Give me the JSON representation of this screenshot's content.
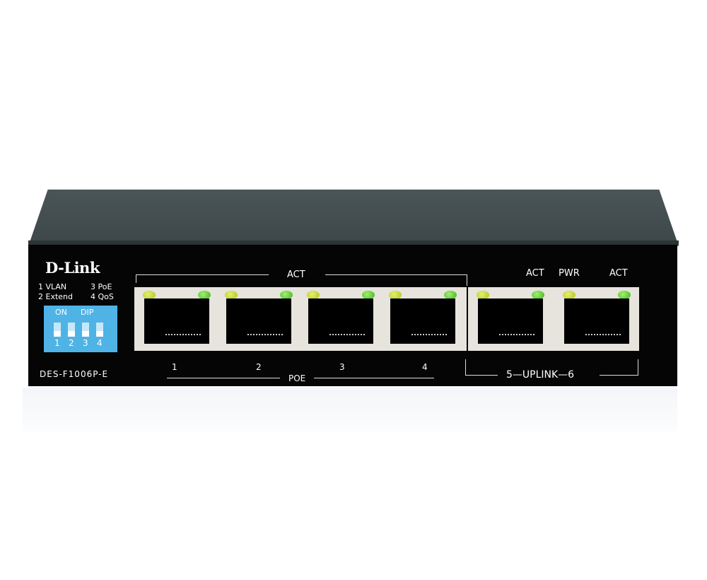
{
  "device": {
    "brand": "D-Link",
    "model": "DES-F1006P-E",
    "colors": {
      "body": "#050505",
      "top": "#444e50",
      "dip": "#4fb3e6",
      "led_yellow": "#c8d428",
      "led_green": "#5cc62a",
      "port_frame": "#e6e4dc"
    }
  },
  "dip_panel": {
    "legend": [
      "1 VLAN",
      "2 Extend",
      "3 PoE",
      "4 QoS"
    ],
    "on_label": "ON",
    "dip_label": "DIP",
    "switches": [
      "1",
      "2",
      "3",
      "4"
    ]
  },
  "labels": {
    "act_poe": "ACT",
    "poe": "POE",
    "act_left": "ACT",
    "pwr": "PWR",
    "act_right": "ACT",
    "uplink": "5—UPLINK—6"
  },
  "ports": [
    {
      "number": "1",
      "group": "poe"
    },
    {
      "number": "2",
      "group": "poe"
    },
    {
      "number": "3",
      "group": "poe"
    },
    {
      "number": "4",
      "group": "poe"
    },
    {
      "number": "5",
      "group": "uplink"
    },
    {
      "number": "6",
      "group": "uplink"
    }
  ]
}
